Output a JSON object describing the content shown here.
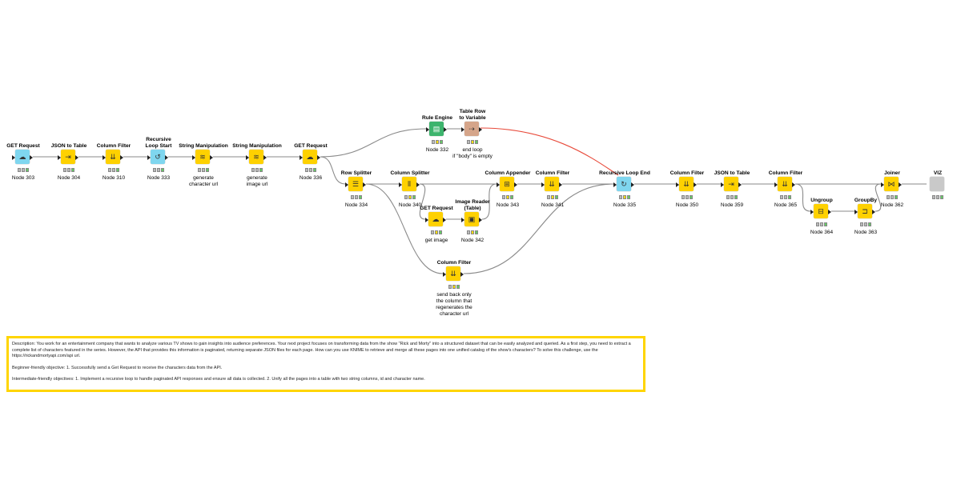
{
  "nodes": [
    {
      "id": "n303",
      "title": "GET Request",
      "node": "Node 303",
      "annotation": "",
      "icon": "get-request-icon",
      "color": "blue"
    },
    {
      "id": "n304",
      "title": "JSON to Table",
      "node": "Node 304",
      "annotation": "",
      "icon": "json-to-table-icon",
      "color": "yellow"
    },
    {
      "id": "n310",
      "title": "Column Filter",
      "node": "Node 310",
      "annotation": "",
      "icon": "column-filter-icon",
      "color": "yellow"
    },
    {
      "id": "n333",
      "title": "Recursive\nLoop Start",
      "node": "Node 333",
      "annotation": "",
      "icon": "loop-start-icon",
      "color": "blue"
    },
    {
      "id": "n_sm1",
      "title": "String Manipulation",
      "node": "",
      "annotation": "generate\ncharacter url",
      "icon": "string-manipulation-icon",
      "color": "yellow"
    },
    {
      "id": "n_sm2",
      "title": "String Manipulation",
      "node": "",
      "annotation": "generate\nimage url",
      "icon": "string-manipulation-icon",
      "color": "yellow"
    },
    {
      "id": "n336",
      "title": "GET Request",
      "node": "Node 336",
      "annotation": "",
      "icon": "get-request-icon",
      "color": "yellow"
    },
    {
      "id": "n332",
      "title": "Rule Engine",
      "node": "Node 332",
      "annotation": "",
      "icon": "rule-engine-icon",
      "color": "green"
    },
    {
      "id": "n_trv",
      "title": "Table Row\nto Variable",
      "node": "",
      "annotation": "end loop\nif \"body\" is empty",
      "icon": "table-row-to-variable-icon",
      "color": "brown"
    },
    {
      "id": "n334",
      "title": "Row Splitter",
      "node": "Node 334",
      "annotation": "",
      "icon": "row-splitter-icon",
      "color": "yellow"
    },
    {
      "id": "n340",
      "title": "Column Splitter",
      "node": "Node 340",
      "annotation": "",
      "icon": "column-splitter-icon",
      "color": "yellow"
    },
    {
      "id": "n_gi",
      "title": "GET Request",
      "node": "",
      "annotation": "get image",
      "icon": "get-request-icon",
      "color": "yellow"
    },
    {
      "id": "n342",
      "title": "Image Reader\n(Table)",
      "node": "Node 342",
      "annotation": "",
      "icon": "image-reader-icon",
      "color": "yellow"
    },
    {
      "id": "n343",
      "title": "Column Appender",
      "node": "Node 343",
      "annotation": "",
      "icon": "column-appender-icon",
      "color": "yellow"
    },
    {
      "id": "n341",
      "title": "Column Filter",
      "node": "Node 341",
      "annotation": "",
      "icon": "column-filter-icon",
      "color": "yellow"
    },
    {
      "id": "n_cf2",
      "title": "Column Filter",
      "node": "",
      "annotation": "send back only\nthe column that\nregenerates the\ncharacter url",
      "icon": "column-filter-icon",
      "color": "yellow"
    },
    {
      "id": "n335",
      "title": "Recursive Loop End",
      "node": "Node 335",
      "annotation": "",
      "icon": "loop-end-icon",
      "color": "blue"
    },
    {
      "id": "n350",
      "title": "Column Filter",
      "node": "Node 350",
      "annotation": "",
      "icon": "column-filter-icon",
      "color": "yellow"
    },
    {
      "id": "n359",
      "title": "JSON to Table",
      "node": "Node 359",
      "annotation": "",
      "icon": "json-to-table-icon",
      "color": "yellow"
    },
    {
      "id": "n365",
      "title": "Column Filter",
      "node": "Node 365",
      "annotation": "",
      "icon": "column-filter-icon",
      "color": "yellow"
    },
    {
      "id": "n364",
      "title": "Ungroup",
      "node": "Node 364",
      "annotation": "",
      "icon": "ungroup-icon",
      "color": "yellow"
    },
    {
      "id": "n363",
      "title": "GroupBy",
      "node": "Node 363",
      "annotation": "",
      "icon": "groupby-icon",
      "color": "yellow"
    },
    {
      "id": "n362",
      "title": "Joiner",
      "node": "Node 362",
      "annotation": "",
      "icon": "joiner-icon",
      "color": "yellow"
    },
    {
      "id": "n_viz",
      "title": "VIZ",
      "node": "",
      "annotation": "",
      "icon": "component-icon",
      "color": "gray"
    }
  ],
  "description": {
    "intro": "Description: You work for an entertainment company that wants to analyze various TV shows to gain insights into audience preferences. Your next project focuses on transforming data from the show \"Rick and Morty\" into a structured dataset that can be easily analyzed and queried. As a first step, you need to extract a complete list of characters featured in the series. However, the API that provides this information is paginated, returning separate JSON files for each page. How can you use KNIME to retrieve and merge all these pages into one unified catalog of the show's characters? To solve this challenge, use the https://rickandmortyapi.com/api url.",
    "beginner": "Beginner-friendly objective: 1. Successfully send a Get Request to receive the characters data from the API.",
    "intermediate": "Intermediate-friendly objectives: 1. Implement a recursive loop to handle paginated API responses and ensure all data is collected. 2. Unify all the pages into a table with two string columns, id and character name."
  },
  "colors": {
    "yellow": "#fed100",
    "blue": "#7fd6ef",
    "green": "#3db46d",
    "brown": "#d5a58a",
    "gray": "#c9c9c9",
    "wire": "#8a8a8a",
    "flow_var": "#e84a3a",
    "annotation_border": "#ffd500"
  }
}
